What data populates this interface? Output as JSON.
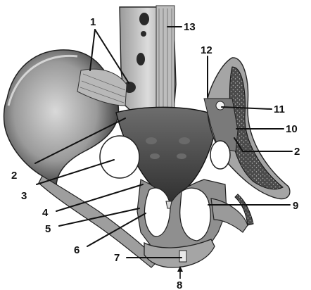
{
  "figure": {
    "labels": [
      {
        "id": "l1",
        "text": "1"
      },
      {
        "id": "l2a",
        "text": "2"
      },
      {
        "id": "l2b",
        "text": "2"
      },
      {
        "id": "l3",
        "text": "3"
      },
      {
        "id": "l4",
        "text": "4"
      },
      {
        "id": "l5",
        "text": "5"
      },
      {
        "id": "l6",
        "text": "6"
      },
      {
        "id": "l7",
        "text": "7"
      },
      {
        "id": "l8",
        "text": "8"
      },
      {
        "id": "l9",
        "text": "9"
      },
      {
        "id": "l10",
        "text": "10"
      },
      {
        "id": "l11",
        "text": "11"
      },
      {
        "id": "l12",
        "text": "12"
      },
      {
        "id": "l13",
        "text": "13"
      }
    ]
  },
  "colors": {
    "background": "#ffffff",
    "bone_light": "#cfcfcf",
    "bone_mid": "#8c8c8c",
    "bone_dark": "#3a3a3a",
    "ink": "#111111"
  }
}
